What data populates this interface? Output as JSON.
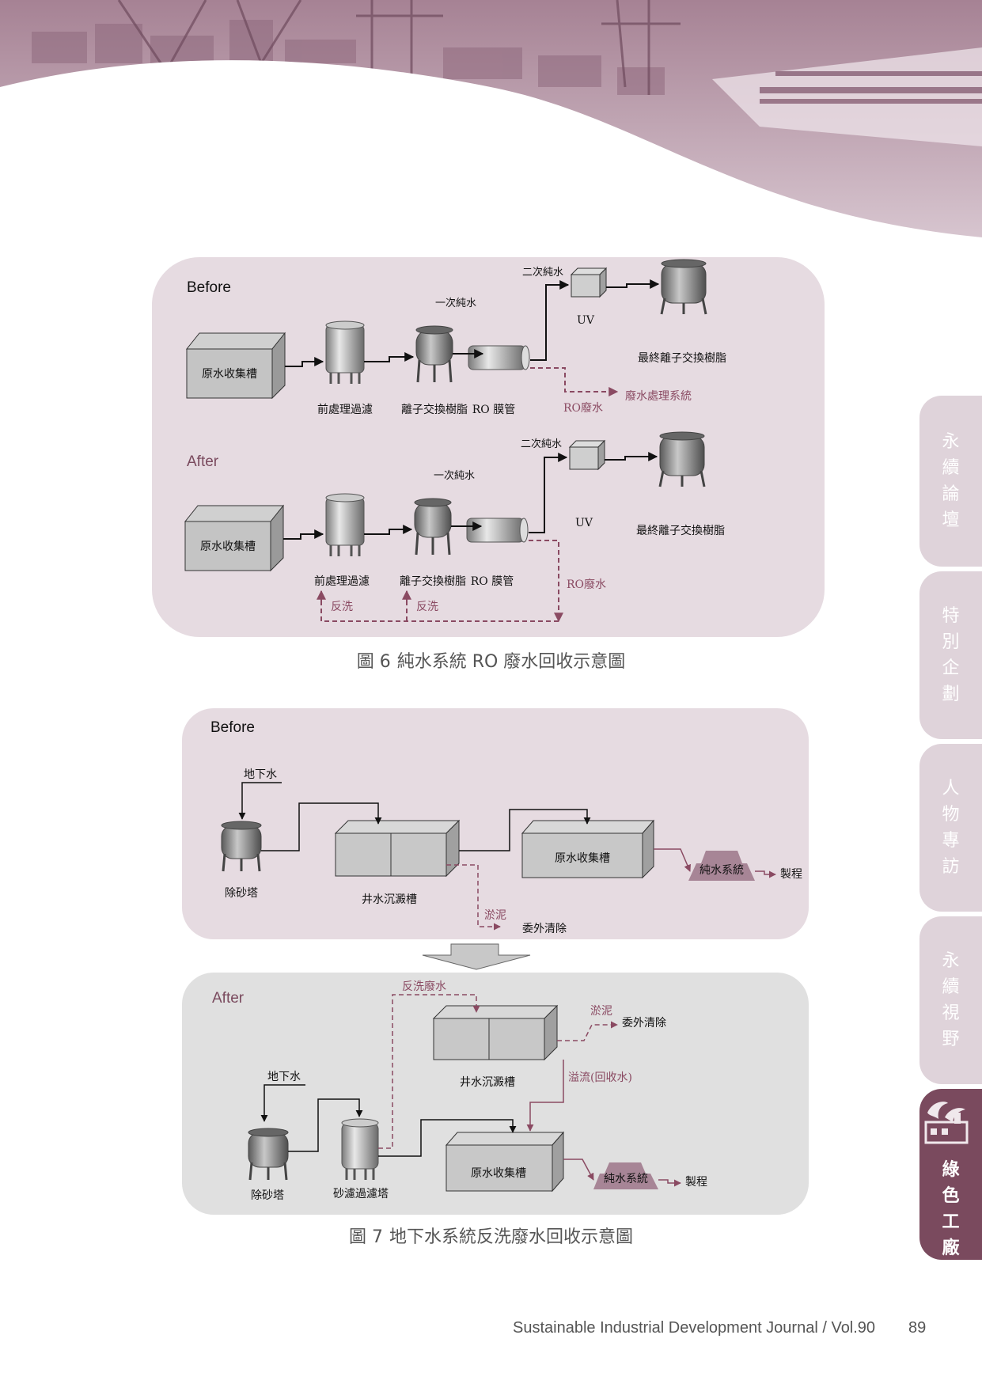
{
  "colors": {
    "accent": "#7a4a5e",
    "panel_pink": "#e6dbe1",
    "panel_grey": "#e0e0e0",
    "recycle": "#8a4a62"
  },
  "figure6": {
    "before": {
      "title": "Before",
      "raw_tank": "原水收集槽",
      "prefilter": "前處理過濾",
      "ion_exchange": "離子交換樹脂",
      "primary_water": "一次純水",
      "ro": "RO 膜管",
      "secondary_water": "二次純水",
      "uv": "UV",
      "final_resin": "最終離子交換樹脂",
      "ro_waste": "RO廢水",
      "waste_system": "廢水處理系統"
    },
    "after": {
      "title": "After",
      "raw_tank": "原水收集槽",
      "prefilter": "前處理過濾",
      "ion_exchange": "離子交換樹脂",
      "primary_water": "一次純水",
      "ro": "RO 膜管",
      "secondary_water": "二次純水",
      "uv": "UV",
      "final_resin": "最終離子交換樹脂",
      "ro_waste": "RO廢水",
      "backwash1": "反洗",
      "backwash2": "反洗"
    },
    "caption_num": "圖 6",
    "caption_text": "純水系統 RO 廢水回收示意圖"
  },
  "figure7": {
    "before": {
      "title": "Before",
      "groundwater": "地下水",
      "desander": "除砂塔",
      "well_settling": "井水沉澱槽",
      "raw_tank": "原水收集槽",
      "pure_system": "純水系統",
      "process": "製程",
      "sludge": "淤泥",
      "outsourced": "委外清除"
    },
    "after": {
      "title": "After",
      "backwash_waste": "反洗廢水",
      "well_settling": "井水沉澱槽",
      "sludge": "淤泥",
      "outsourced": "委外清除",
      "overflow": "溢流(回收水)",
      "groundwater": "地下水",
      "desander": "除砂塔",
      "sand_filter": "砂濾過濾塔",
      "raw_tank": "原水收集槽",
      "pure_system": "純水系統",
      "process": "製程"
    },
    "caption_num": "圖 7",
    "caption_text": "地下水系統反洗廢水回收示意圖"
  },
  "sidebar": {
    "tabs": [
      {
        "label": "永續論壇",
        "active": false
      },
      {
        "label": "特別企劃",
        "active": false
      },
      {
        "label": "人物專訪",
        "active": false
      },
      {
        "label": "永續視野",
        "active": false
      },
      {
        "label": "綠色工廠",
        "active": true,
        "icon": "green-factory-icon"
      }
    ]
  },
  "footer": {
    "journal": "Sustainable Industrial Development Journal / Vol.90",
    "page": "89"
  }
}
